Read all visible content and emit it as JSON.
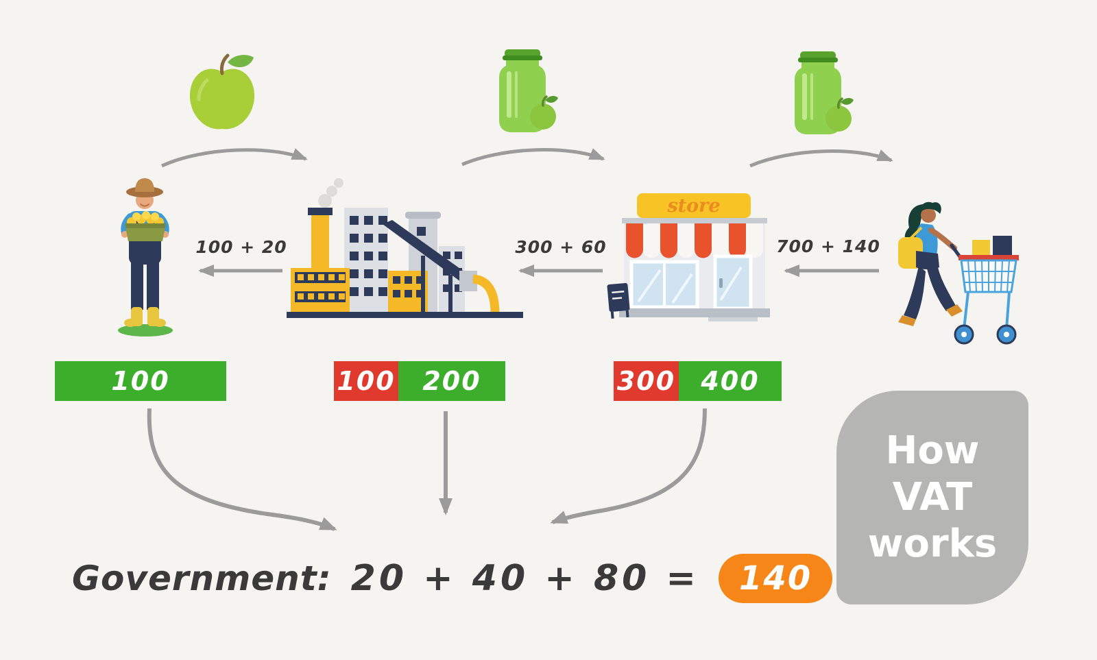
{
  "colors": {
    "background": "#f5f4f1",
    "green": "#3cae2b",
    "red": "#e0392d",
    "orange": "#f58617",
    "arrow": "#9b9b9b",
    "ink": "#3a3a3a",
    "badge": "#b5b5b4"
  },
  "store_sign": "store",
  "payments": [
    {
      "label": "100 + 20"
    },
    {
      "label": "300 + 60"
    },
    {
      "label": "700 + 140"
    }
  ],
  "prices": [
    {
      "sale": "100"
    },
    {
      "cost": "100",
      "sale": "200"
    },
    {
      "cost": "300",
      "sale": "400"
    }
  ],
  "government": {
    "label": "Government:",
    "equation": "20 + 40 + 80 =",
    "total": "140"
  },
  "badge": {
    "line1": "How",
    "line2": "VAT",
    "line3": "works"
  }
}
